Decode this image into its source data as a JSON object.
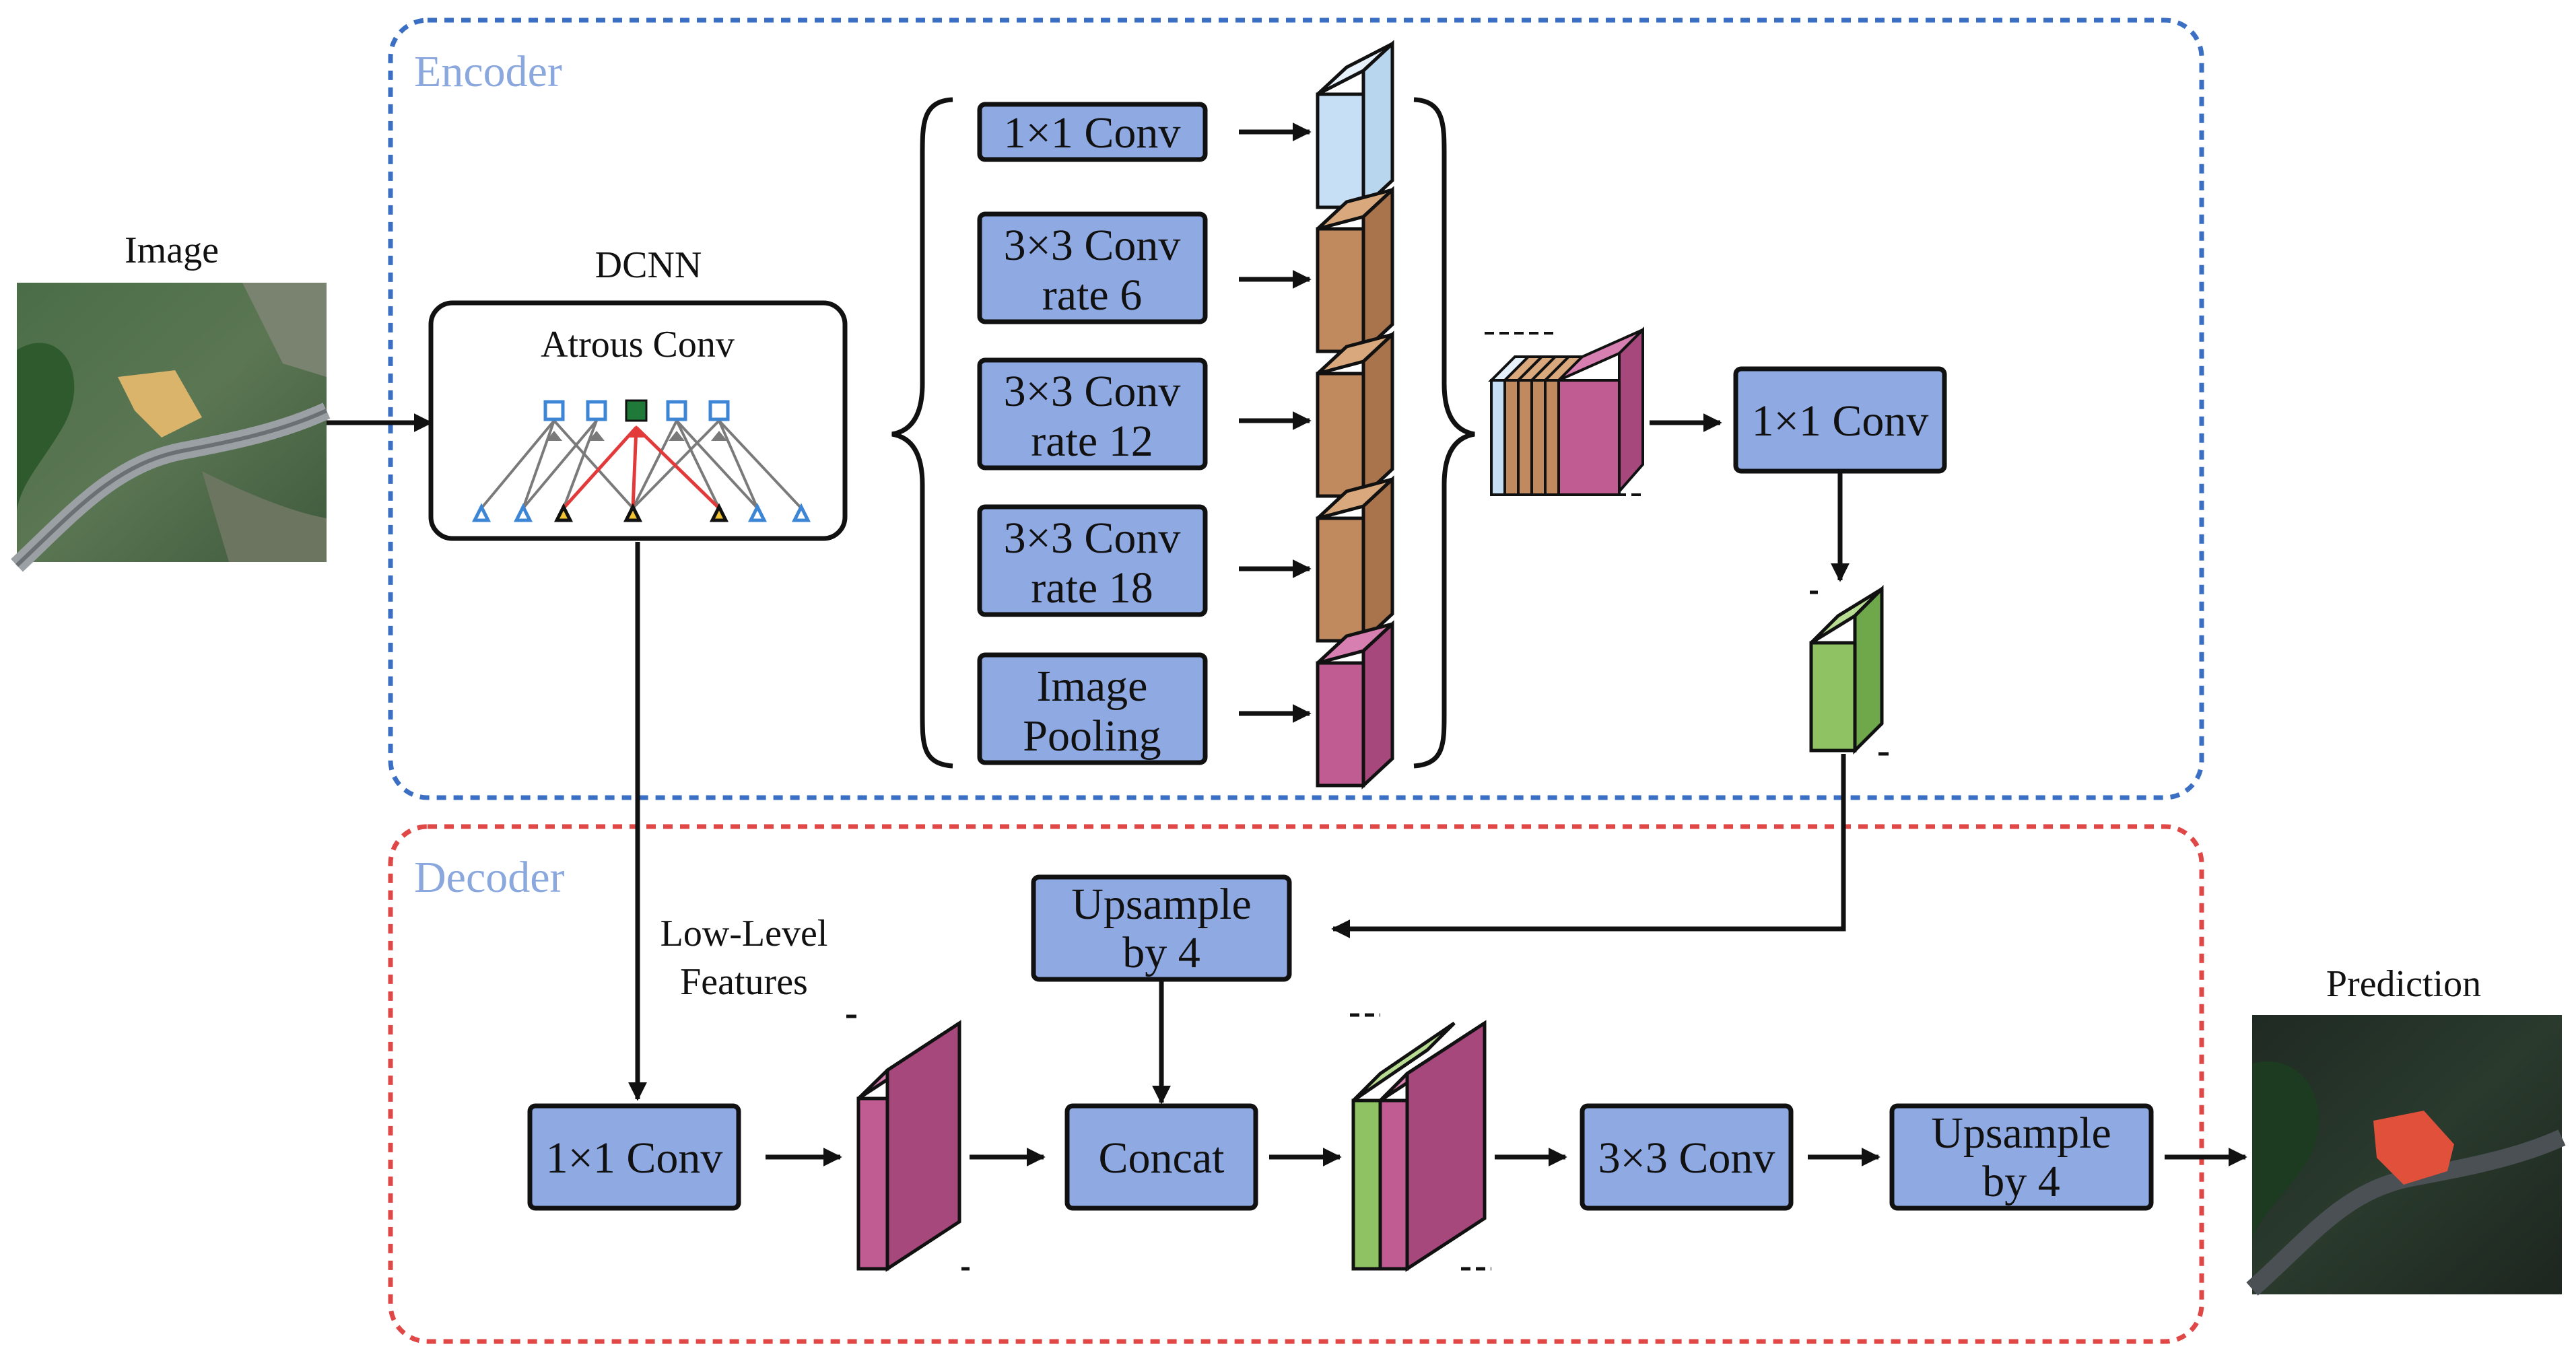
{
  "encoder": {
    "title": "Encoder",
    "image_label": "Image",
    "dcnn_label": "DCNN",
    "atrous_label": "Atrous Conv",
    "aspp": {
      "conv1x1": "1×1 Conv",
      "conv3x3_r6": [
        "3×3 Conv",
        "rate 6"
      ],
      "conv3x3_r12": [
        "3×3 Conv",
        "rate 12"
      ],
      "conv3x3_r18": [
        "3×3 Conv",
        "rate 18"
      ],
      "pooling": [
        "Image",
        "Pooling"
      ]
    },
    "conv1x1_after_concat": "1×1 Conv"
  },
  "decoder": {
    "title": "Decoder",
    "low_level_label": [
      "Low-Level",
      "Features"
    ],
    "upsample_top": [
      "Upsample",
      "by 4"
    ],
    "conv1x1": "1×1 Conv",
    "concat": "Concat",
    "conv3x3": "3×3 Conv",
    "upsample_final": [
      "Upsample",
      "by 4"
    ],
    "prediction_label": "Prediction"
  },
  "colors": {
    "op_box": "#8fa9e3",
    "encoder_border": "#3a6fc4",
    "decoder_border": "#e04848",
    "feature_blue": "#c7dff4",
    "feature_brown": "#c08a5e",
    "feature_magenta": "#c15c93",
    "feature_green": "#8fc262",
    "atrous_red": "#e23a3a",
    "atrous_blue": "#3d86d6",
    "atrous_yellow": "#f1c232",
    "atrous_green": "#1f7a3a"
  }
}
